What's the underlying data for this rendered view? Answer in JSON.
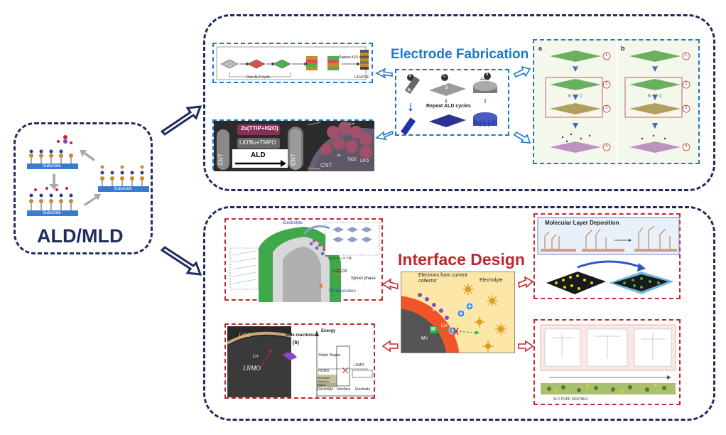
{
  "ald_panel": {
    "title": "ALD/MLD",
    "substrate_label": "Substrate"
  },
  "fabrication": {
    "title": "Electrode Fabrication",
    "top_left": {
      "cycle_label": "One ALD cycle",
      "repeat_label": "Repeat ALD cycles",
      "product_label": "LiFePO4"
    },
    "bottom_left": {
      "step1": "2x(TTIP+H2O)",
      "step2": "LiO'Bu+TMPO",
      "arrow_label": "ALD",
      "cnt_label": "CNT",
      "tio2_label": "TiO2",
      "lpo_label": "LPO",
      "li_label": "Li+",
      "e_label": "e-"
    },
    "center": {
      "panel_b": "b",
      "panel_c": "c",
      "panel_d": "d",
      "si_label": "Si",
      "aao_label": "AAO",
      "repeat_label": "Repeat ALD cycles"
    },
    "right": {
      "panel_a": "a",
      "panel_b": "b",
      "steps": [
        "1",
        "2",
        "3",
        "4"
      ],
      "process": [
        "A",
        "B",
        "C"
      ]
    }
  },
  "interface": {
    "title": "Interface Design",
    "center": {
      "electrons_label": "Electrons from current collector",
      "electrolyte_label": "Electrolyte",
      "e_label": "e-",
      "li_label": "Li+",
      "m_label": "M",
      "mplus_label": "M+"
    },
    "top_left": {
      "electrolyte_label": "Electrolyte",
      "li2co3_label": "Li2CO3",
      "spinel_label": "Spinel phase",
      "tm_label": "TM dissolution",
      "legend": "= O   = Li   = TM"
    },
    "bottom_left": {
      "lnmo_label": "LNMO",
      "lipo_label": "LiPO",
      "li_label": "Li+",
      "side_label": "Side reactions",
      "panel_label": "(b)",
      "energy_label": "Energy",
      "stable_label": "Stable Region",
      "homo_label": "HOMO",
      "oxidation_label": "Electrolyte Oxidation Region",
      "lumo_label": "LUMO",
      "electrolyte_label": "Electrolyte",
      "interface_label": "Interface",
      "electrode_label": "Electrode"
    },
    "top_right": {
      "title": "Molecular Layer Deposition"
    },
    "bottom_right": {
      "legend": "Si   C   PVDF   SiO2 MLD"
    }
  },
  "colors": {
    "navy": "#1f2d5c",
    "blue": "#1e78c8",
    "red": "#c0282c",
    "orange_layer": "#f0552a",
    "electrolyte_bg": "#fde7a8",
    "green_particle": "#2fb34a"
  }
}
